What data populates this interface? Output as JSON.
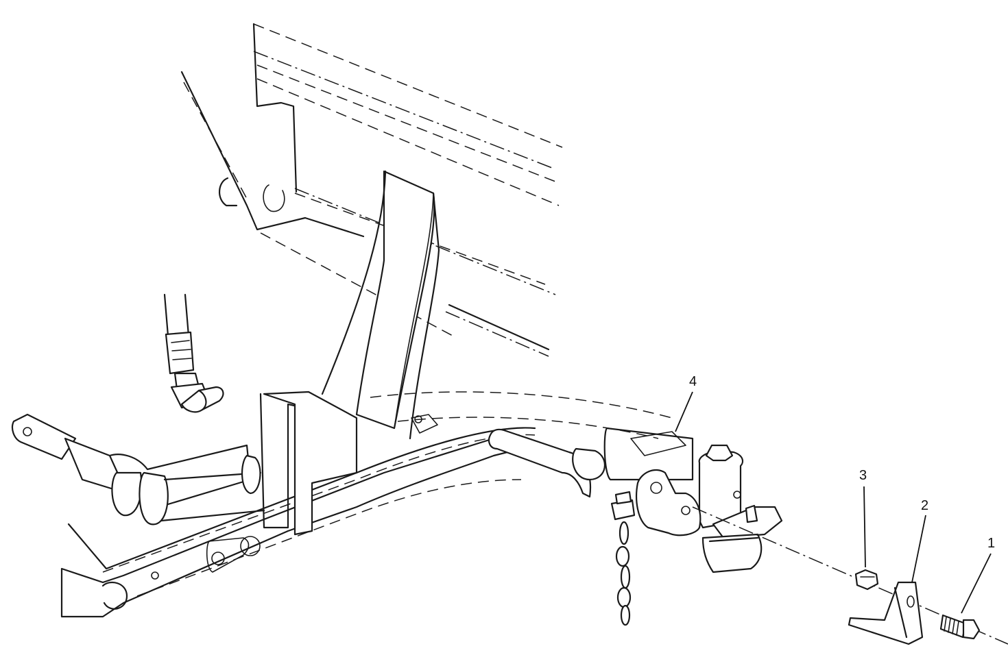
{
  "callouts": {
    "c1": "1",
    "c2": "2",
    "c3": "3",
    "c4": "4"
  },
  "parts": {
    "p1": "bolt",
    "p2": "bracket",
    "p3": "nut",
    "p4": "frame"
  },
  "colors": {
    "line": "#1a1a1a",
    "background": "#ffffff"
  }
}
